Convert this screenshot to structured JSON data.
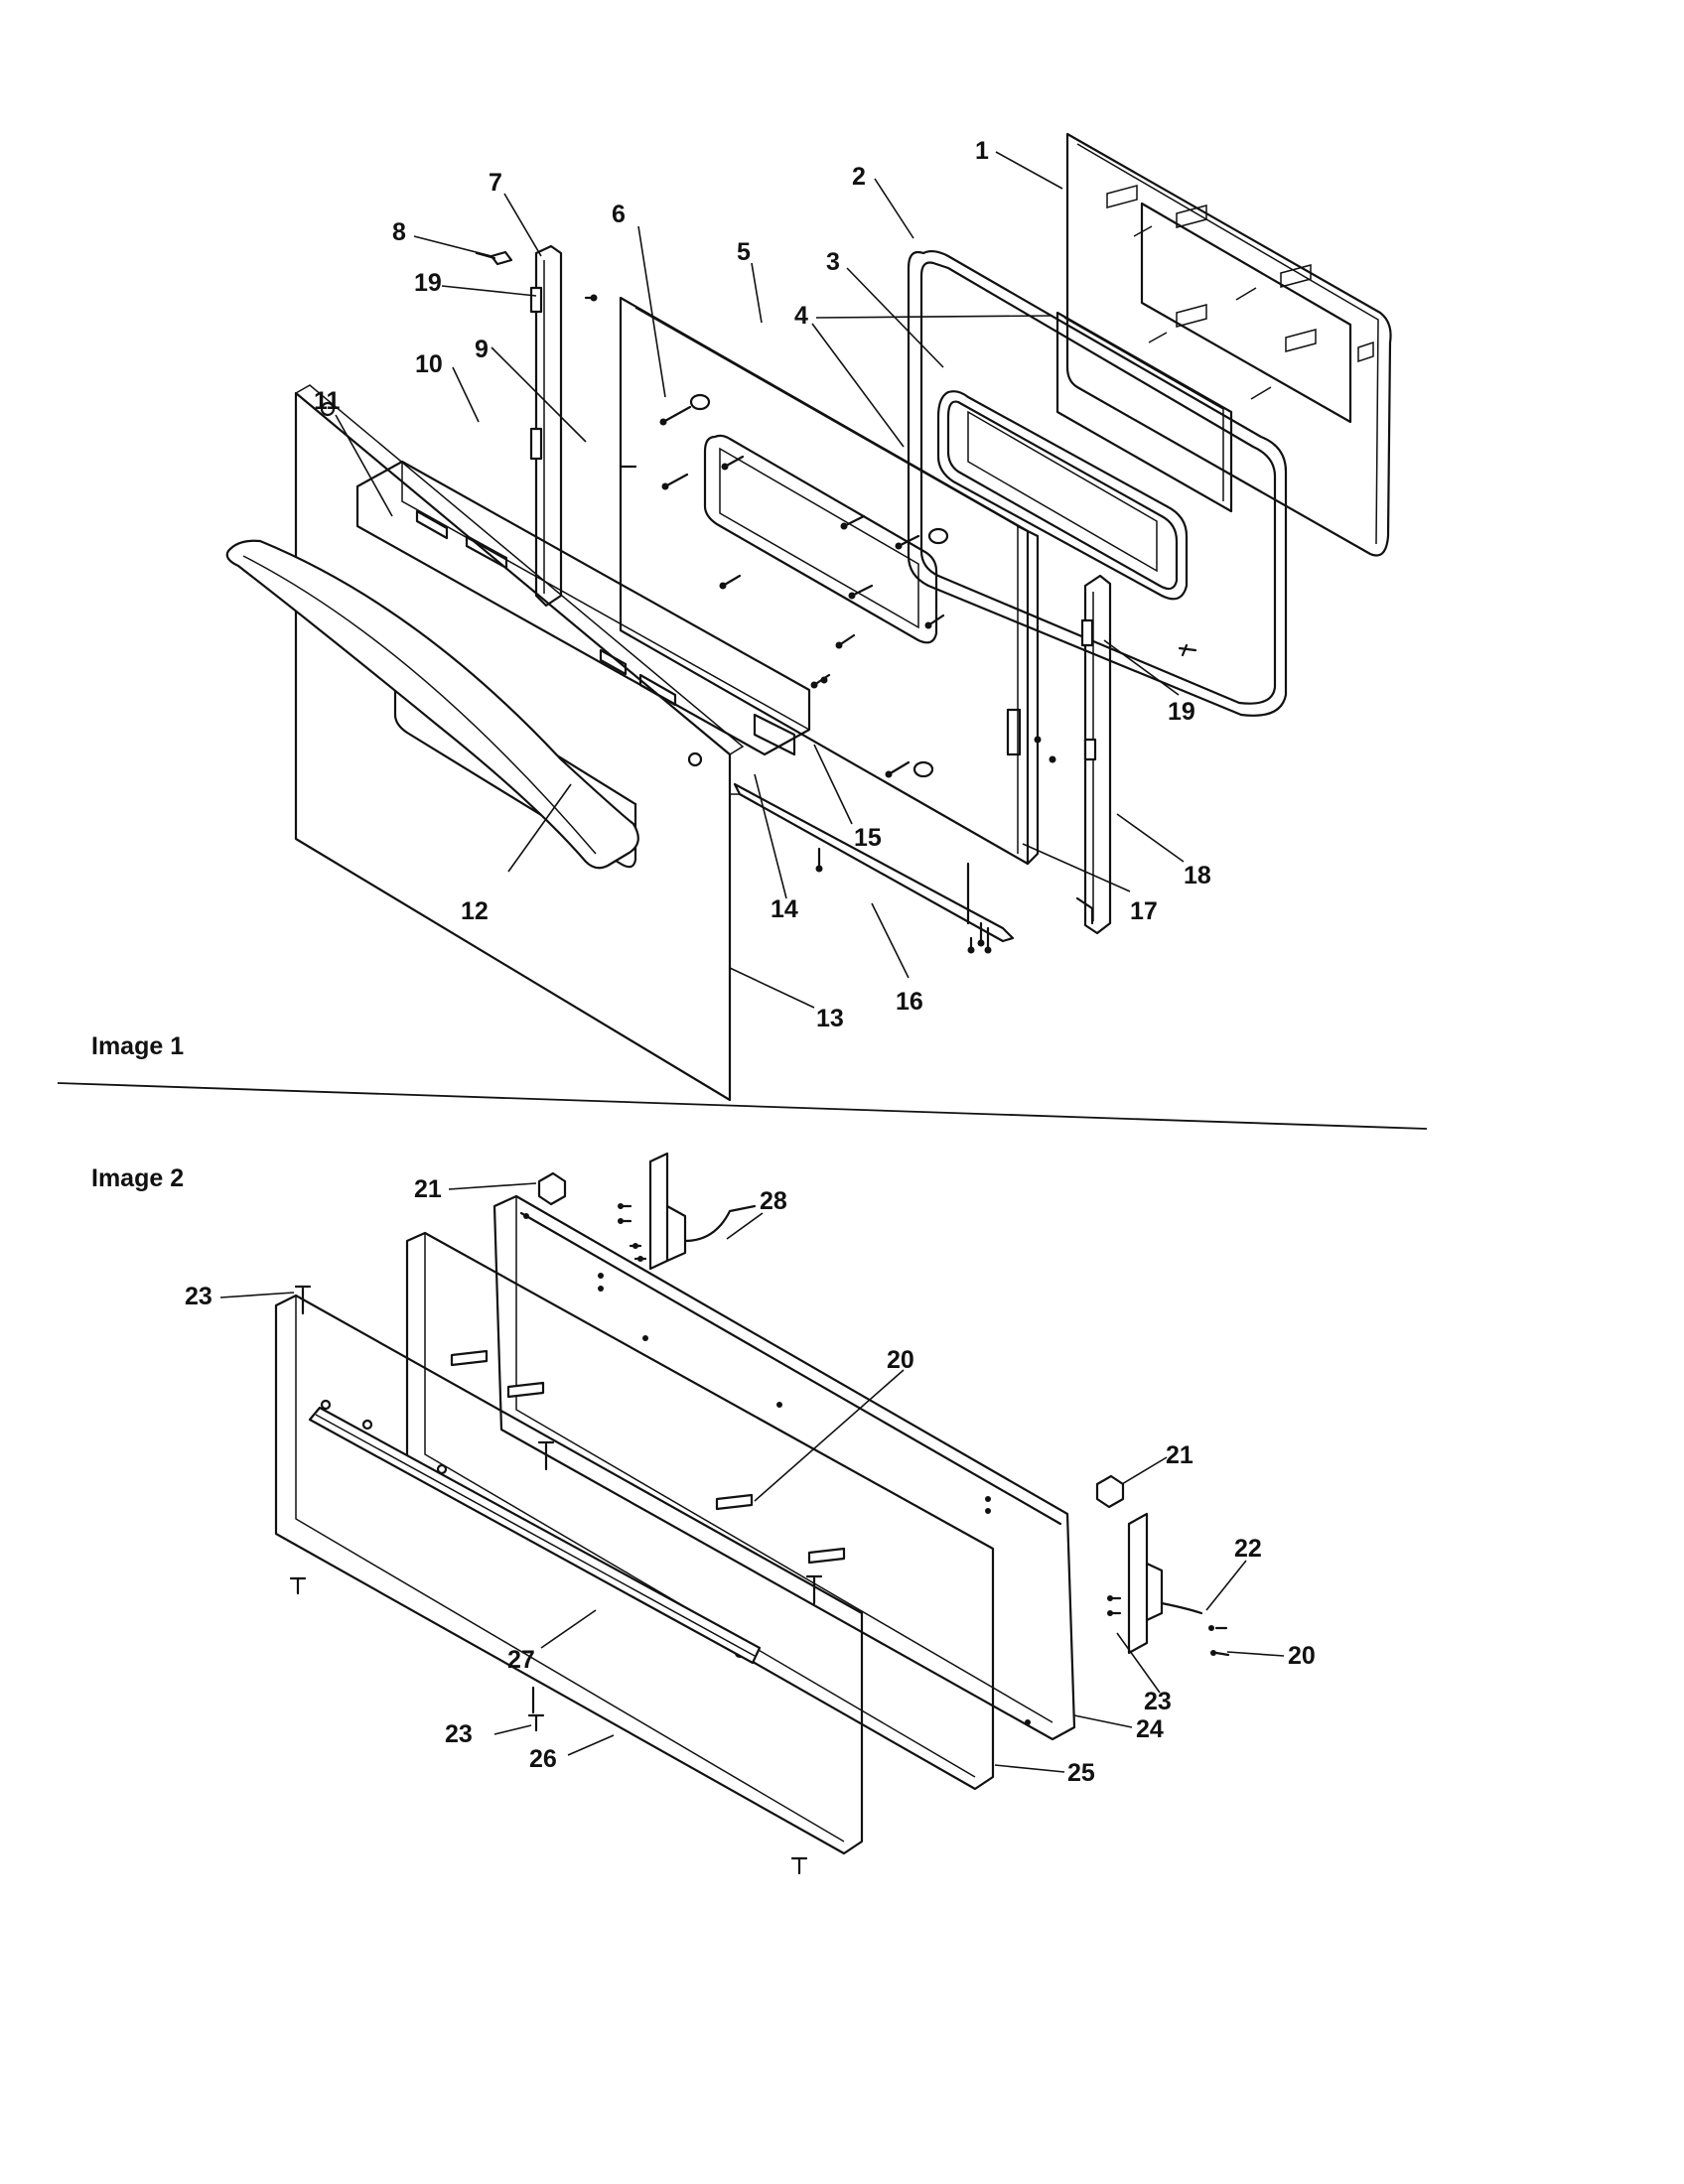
{
  "figure": {
    "images": [
      {
        "caption": "Image 1"
      },
      {
        "caption": "Image 2"
      }
    ],
    "callouts": {
      "c1": "1",
      "c2": "2",
      "c3": "3",
      "c4": "4",
      "c5": "5",
      "c6": "6",
      "c7": "7",
      "c8": "8",
      "c9": "9",
      "c10": "10",
      "c11": "11",
      "c12": "12",
      "c13": "13",
      "c14": "14",
      "c15": "15",
      "c16": "16",
      "c17": "17",
      "c18": "18",
      "c19a": "19",
      "c19b": "19",
      "c20a": "20",
      "c20b": "20",
      "c21a": "21",
      "c21b": "21",
      "c22": "22",
      "c23a": "23",
      "c23b": "23",
      "c23c": "23",
      "c24": "24",
      "c25": "25",
      "c26": "26",
      "c27": "27",
      "c28": "28"
    }
  }
}
